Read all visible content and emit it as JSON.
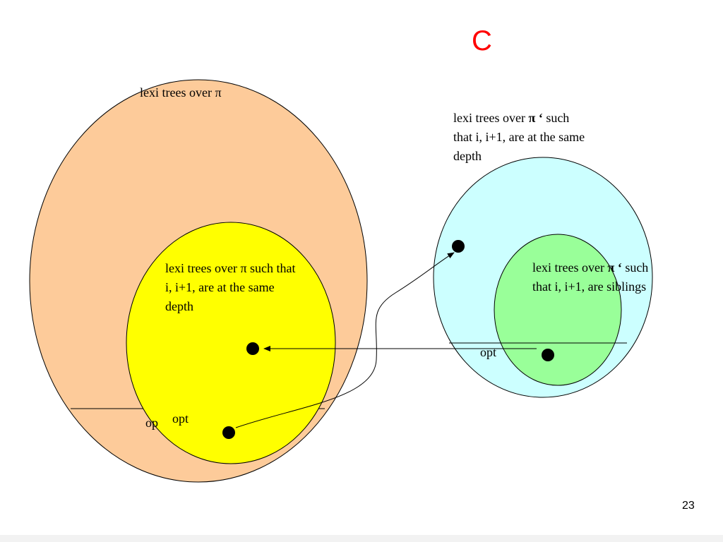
{
  "slide": {
    "title": "C",
    "page_number": "23"
  },
  "sets": {
    "big_orange": {
      "label": "lexi trees over π",
      "fill": "#fdcb9a"
    },
    "yellow": {
      "label_line1": "lexi trees over π such that",
      "label_line2": "i, i+1, are at the same",
      "label_line3": "depth",
      "fill": "#ffff00"
    },
    "cyan": {
      "label_pre": "lexi trees over ",
      "label_pi": "π ‘",
      "label_post": " such",
      "label_line2": "that i, i+1, are at the same",
      "label_line3": "depth",
      "fill": "#ccffff"
    },
    "green": {
      "label_pre": "lexi trees over ",
      "label_pi": "π ‘",
      "label_post": " such",
      "label_line2": "that i, i+1, are siblings",
      "fill": "#99ff99"
    }
  },
  "opt_labels": {
    "left_hidden": "op",
    "left": "opt",
    "right": "opt"
  }
}
